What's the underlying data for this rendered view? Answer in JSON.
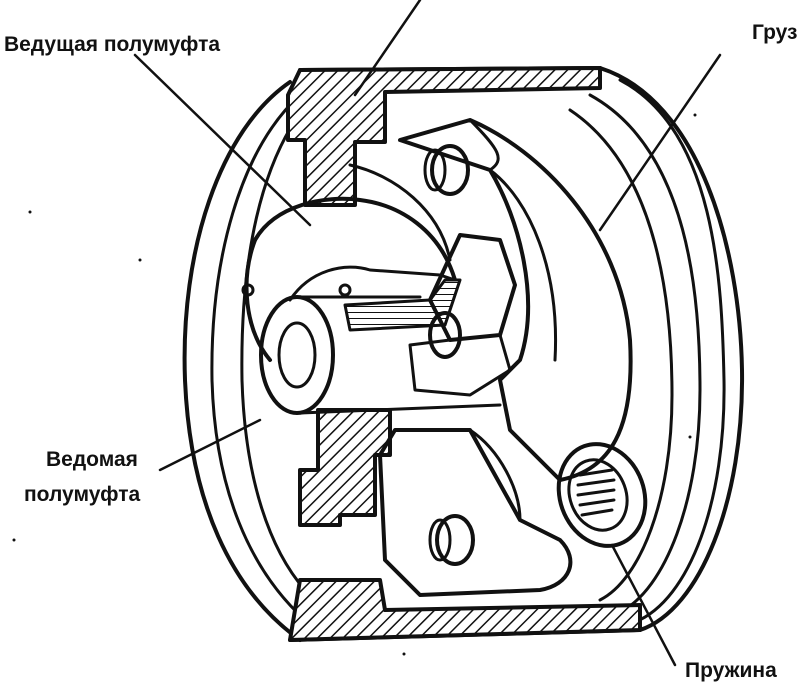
{
  "labels": {
    "drive_half": "Ведущая полумуфта",
    "weight": "Груз",
    "driven_half_line1": "Ведомая",
    "driven_half_line2": "полумуфта",
    "spring": "Пружина"
  },
  "colors": {
    "ink": "#111111",
    "paper": "#ffffff"
  }
}
